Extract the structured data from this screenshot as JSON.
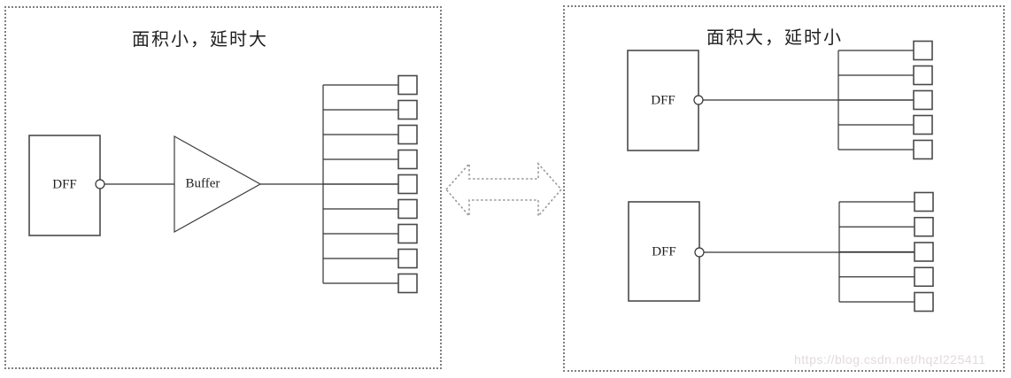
{
  "left_panel": {
    "title": "面积小，延时大",
    "dff_label": "DFF",
    "buffer_label": "Buffer",
    "fanout": 9
  },
  "right_panel": {
    "title": "面积大，延时小",
    "groups": [
      {
        "dff_label": "DFF",
        "fanout": 5
      },
      {
        "dff_label": "DFF",
        "fanout": 5
      }
    ]
  },
  "watermark": "https://blog.csdn.net/hqzl225411",
  "colors": {
    "wire": "#333333",
    "box_stroke": "#4a4a4a",
    "panel_border": "#7f7f7f",
    "arrow": "#9a9a9a",
    "watermark": "#e2dbdb"
  }
}
